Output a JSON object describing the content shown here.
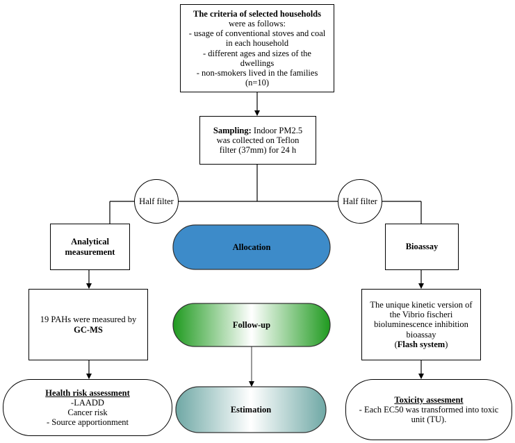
{
  "criteria": {
    "title": "The criteria of selected households",
    "lines": [
      "were as follows:",
      "- usage of conventional stoves and coal",
      "in each household",
      "- different ages and sizes of the",
      "dwellings",
      "- non-smokers lived in the families",
      "(n=10)"
    ]
  },
  "sampling": {
    "label": "Sampling:",
    "text_1": " Indoor PM2.5",
    "lines": [
      "was collected on Teflon",
      "filter (37mm) for 24 h"
    ]
  },
  "half_filter_left": "Half filter",
  "half_filter_right": "Half filter",
  "analytical": {
    "lines": [
      "Analytical",
      "measurement"
    ]
  },
  "bioassay": {
    "label": "Bioassay"
  },
  "legend": {
    "allocation": "Allocation",
    "followup": "Follow-up",
    "estimation": "Estimation"
  },
  "pahs": {
    "text": "19 PAHs were measured by",
    "bold": "GC-MS"
  },
  "kinetic": {
    "lines": [
      "The unique kinetic version of",
      "the Vibrio fischeri",
      "bioluminescence inhibition",
      "bioassay"
    ],
    "paren_open": "(",
    "bold": "Flash system",
    "paren_close": ")"
  },
  "health": {
    "title": "Health risk assessment",
    "lines": [
      "-LAADD",
      "Cancer risk",
      "- Source apportionment"
    ]
  },
  "toxicity": {
    "title": "Toxicity assesment",
    "lines": [
      "- Each EC50 was transformed into toxic",
      "unit (TU)."
    ]
  },
  "colors": {
    "allocation_fill": "#3d8bc9",
    "followup_dark": "#1f9a1f",
    "estimation_dark": "#6fa8a5",
    "line": "#000000"
  }
}
